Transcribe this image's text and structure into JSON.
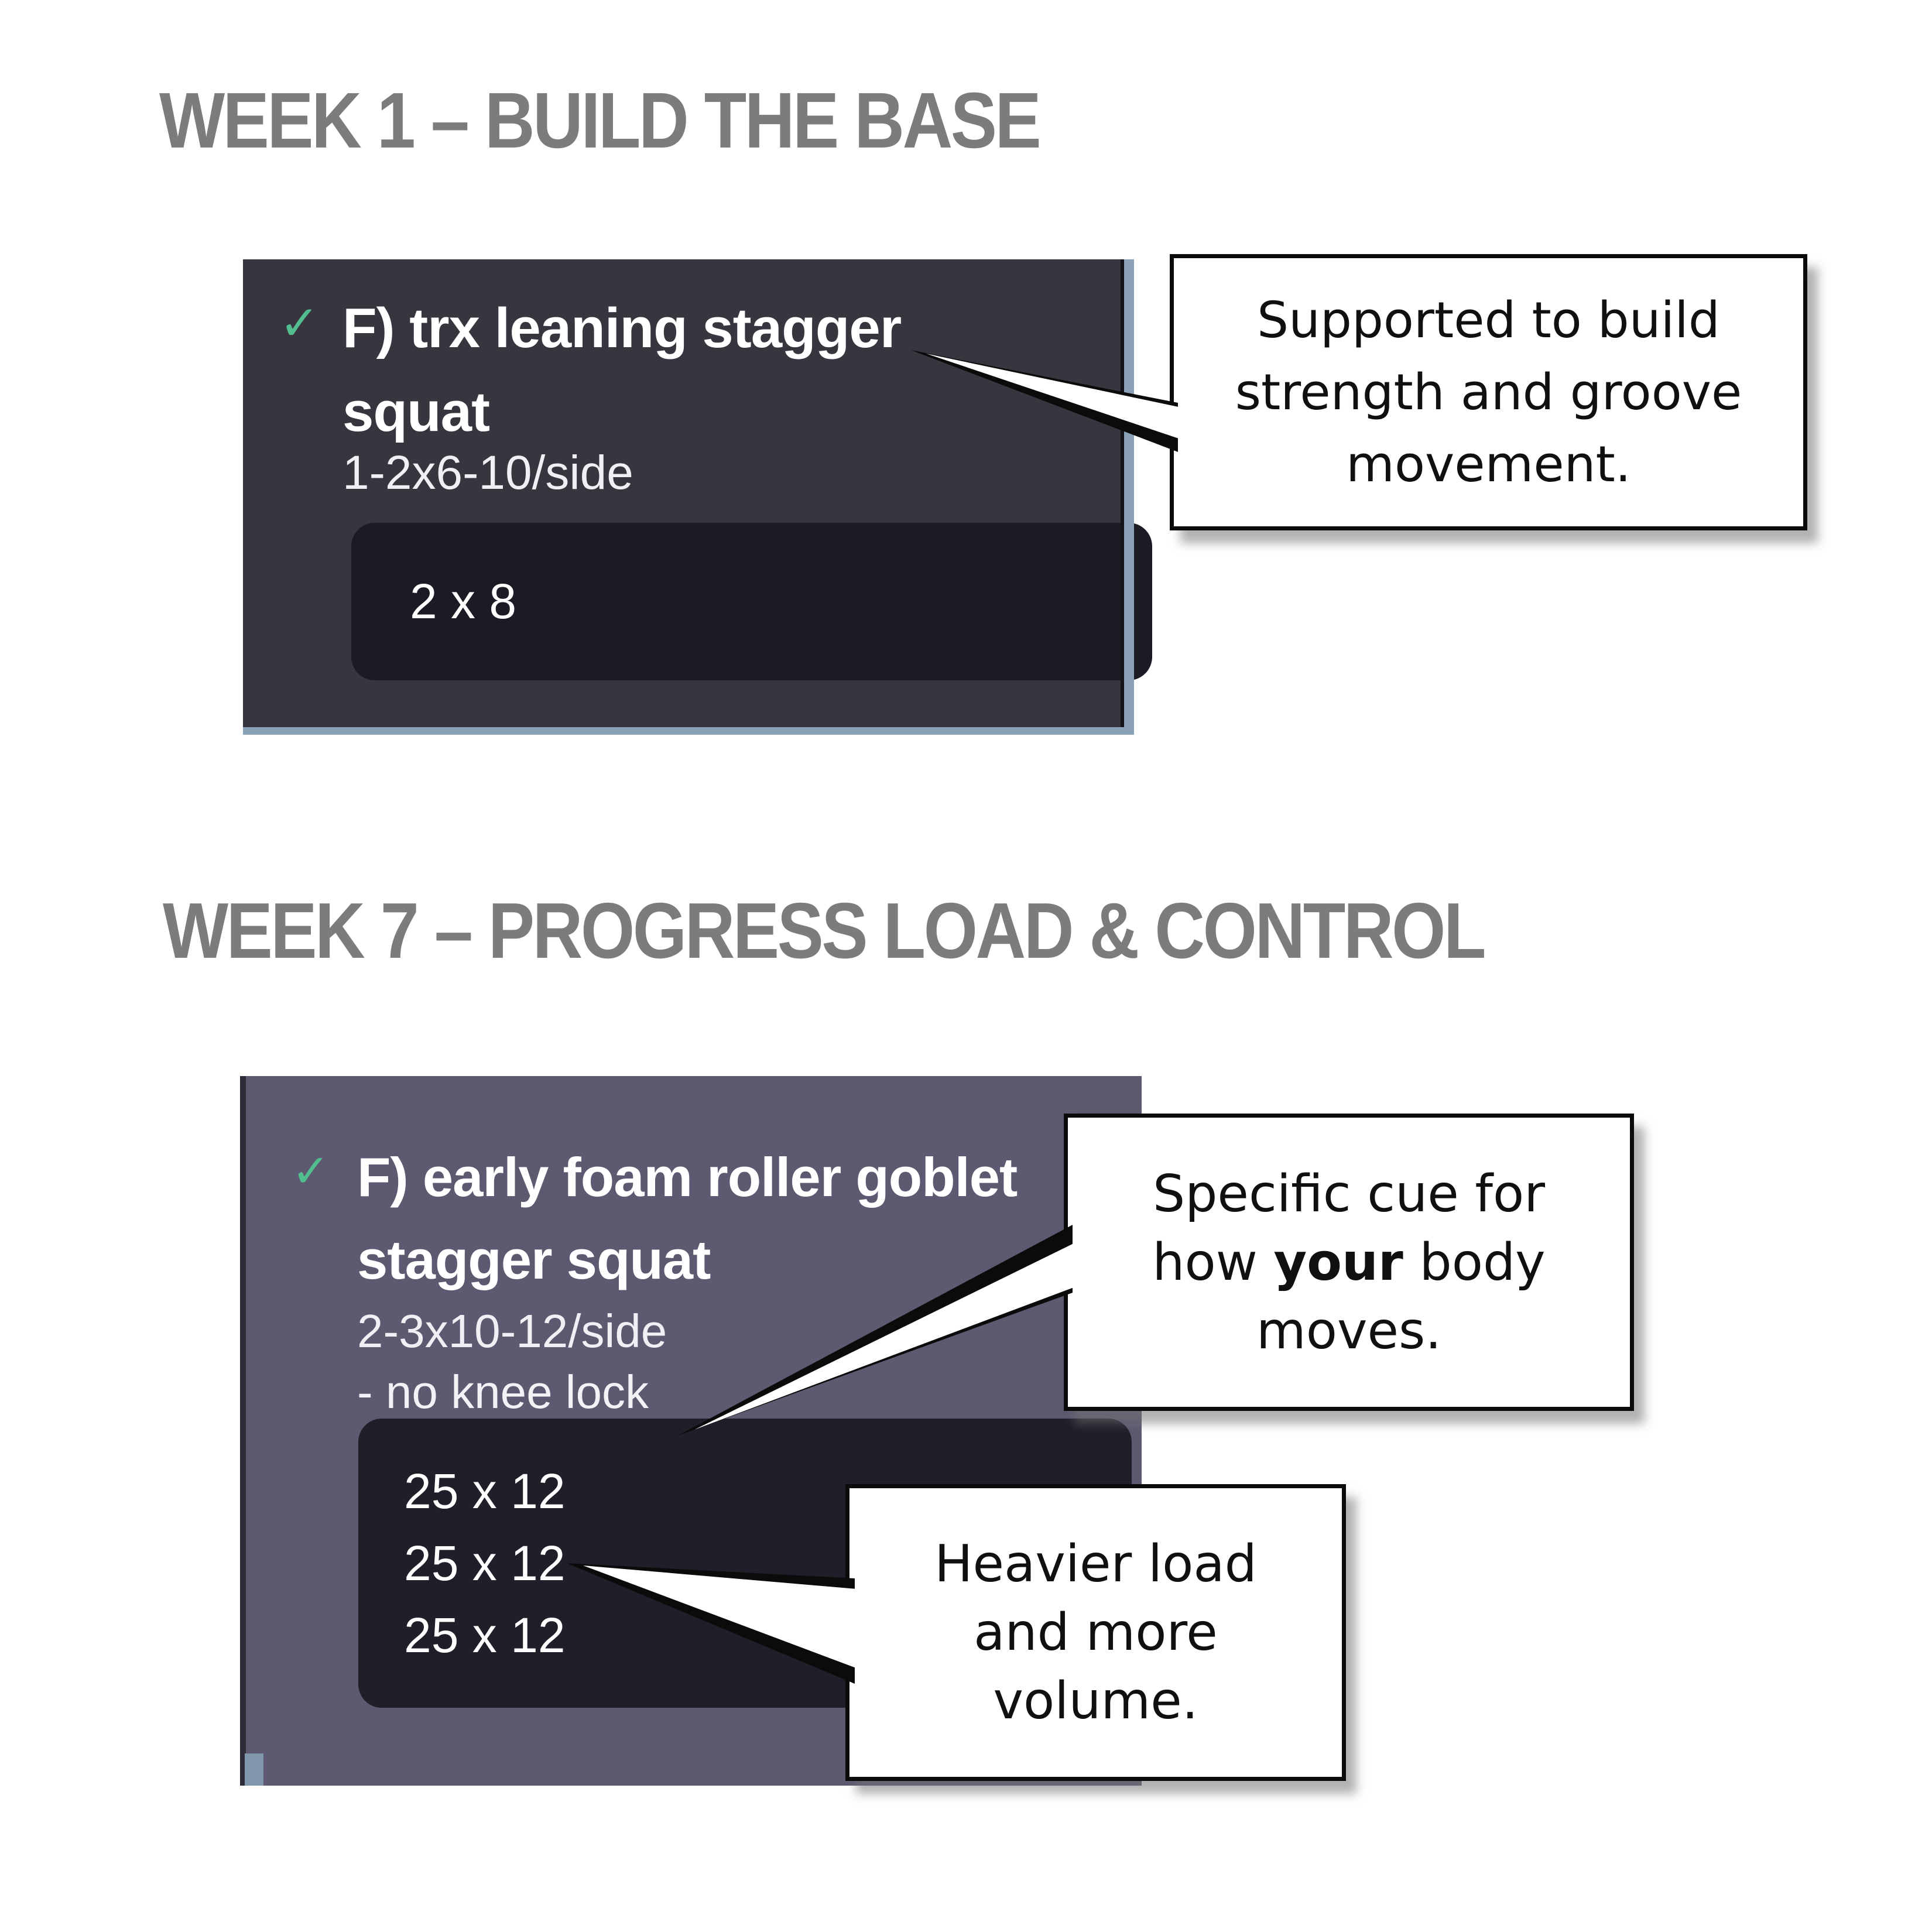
{
  "colors": {
    "heading_gray": "#7c7c7c",
    "card1_bg": "#38353f",
    "card2_bg": "#5d5971",
    "set_box_bg": "#1d1b26",
    "scrollbar_blue": "#8ba1b5",
    "check_green": "#52bd8f",
    "callout_border": "#0b0b0b",
    "callout_bg": "#ffffff"
  },
  "week1": {
    "heading": "WEEK 1 – BUILD THE BASE",
    "card": {
      "check_icon": "✓",
      "title_line1": "F) trx leaning stagger",
      "title_line2": "squat",
      "subtitle": "1-2x6-10/side",
      "sets": [
        "2 x 8"
      ]
    },
    "callout_supported": {
      "l1": "Supported to build",
      "l2": "strength and groove",
      "l3": "movement."
    }
  },
  "week7": {
    "heading": "WEEK 7 –  PROGRESS LOAD & CONTROL",
    "card": {
      "check_icon": "✓",
      "title_line1": "F) early foam roller goblet",
      "title_line2": "stagger squat",
      "subtitle": "2-3x10-12/side",
      "cue": "- no knee lock",
      "sets": [
        "25 x 12",
        "25 x 12",
        "25 x 12"
      ]
    },
    "callout_cue": {
      "l1": "Specific cue for",
      "l2a": "how ",
      "l2b": "your",
      "l2c": " body",
      "l3": "moves."
    },
    "callout_load": {
      "l1": "Heavier load",
      "l2": "and more",
      "l3": "volume."
    }
  }
}
